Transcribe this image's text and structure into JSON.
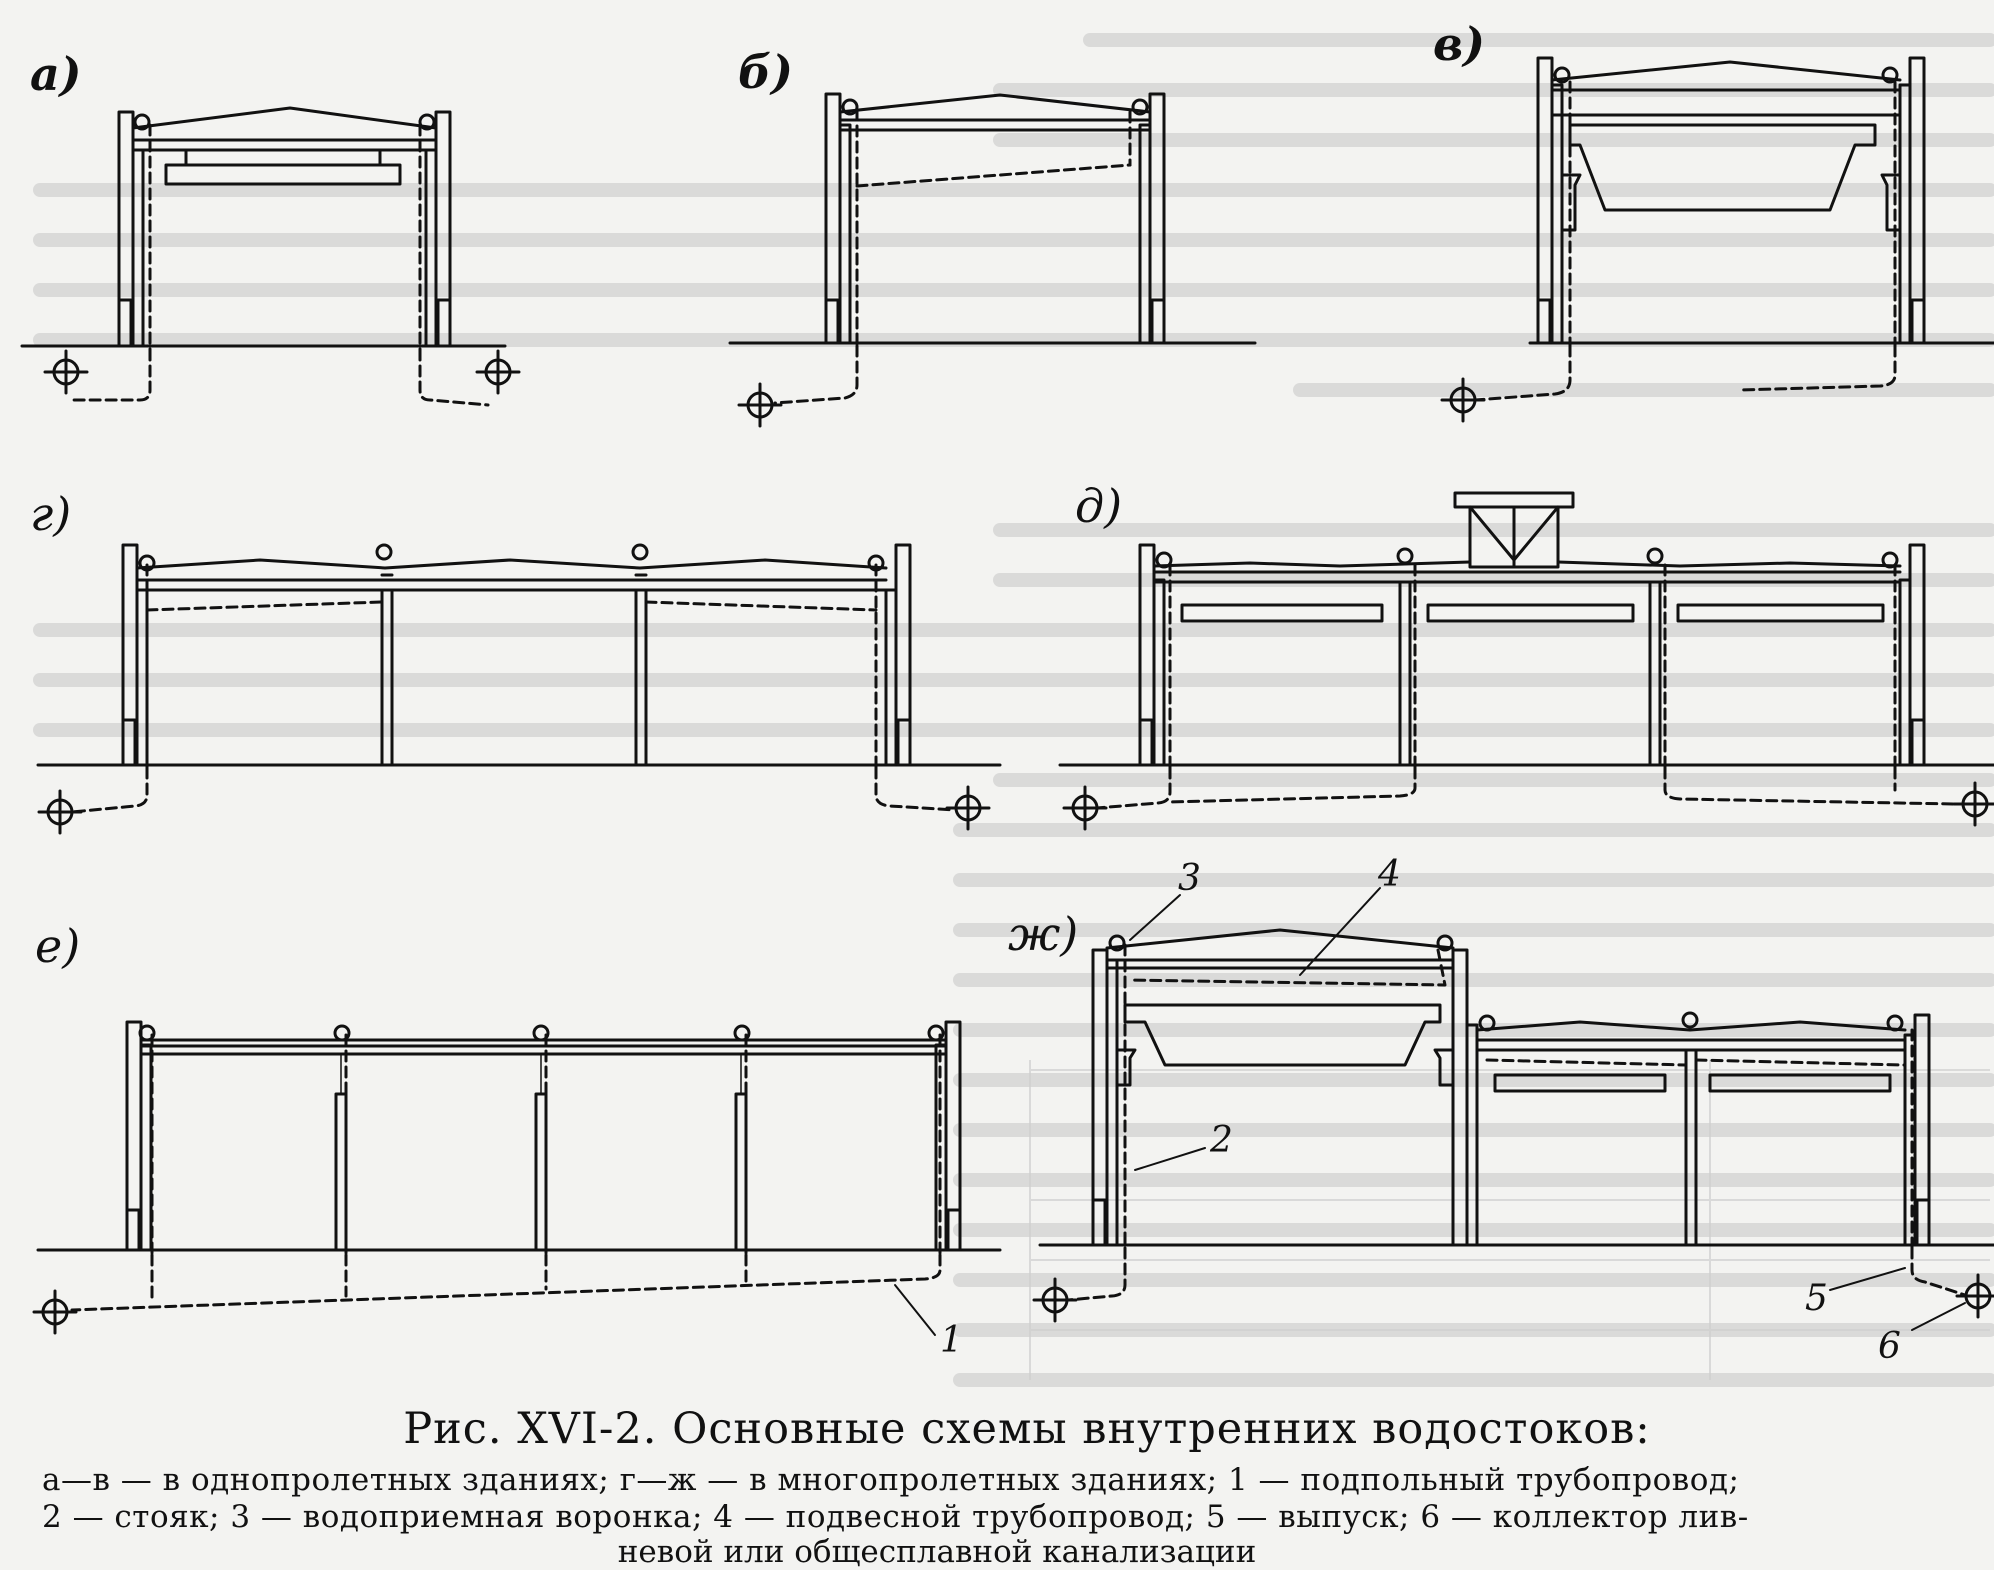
{
  "panel_labels": {
    "a": "а)",
    "b": "б)",
    "v": "в)",
    "g": "г)",
    "d": "д)",
    "e": "е)",
    "zh": "ж)"
  },
  "callouts": {
    "n1": "1",
    "n2": "2",
    "n3": "3",
    "n4": "4",
    "n5": "5",
    "n6": "6"
  },
  "caption": {
    "title": "Рис. XVI-2. Основные схемы внутренних водостоков:",
    "line1": "а—в — в однопролетных зданиях; г—ж — в многопролетных зданиях; 1 — подпольный трубопровод;",
    "line2": "2 — стояк; 3 — водоприемная воронка; 4 — подвесной трубопровод; 5 — выпуск; 6 — коллектор лив-",
    "line3": "невой или общесплавной канализации"
  },
  "colors": {
    "ink": "#111111",
    "paper": "#f3f3f1",
    "ghost_text": "#bdbdbd"
  }
}
